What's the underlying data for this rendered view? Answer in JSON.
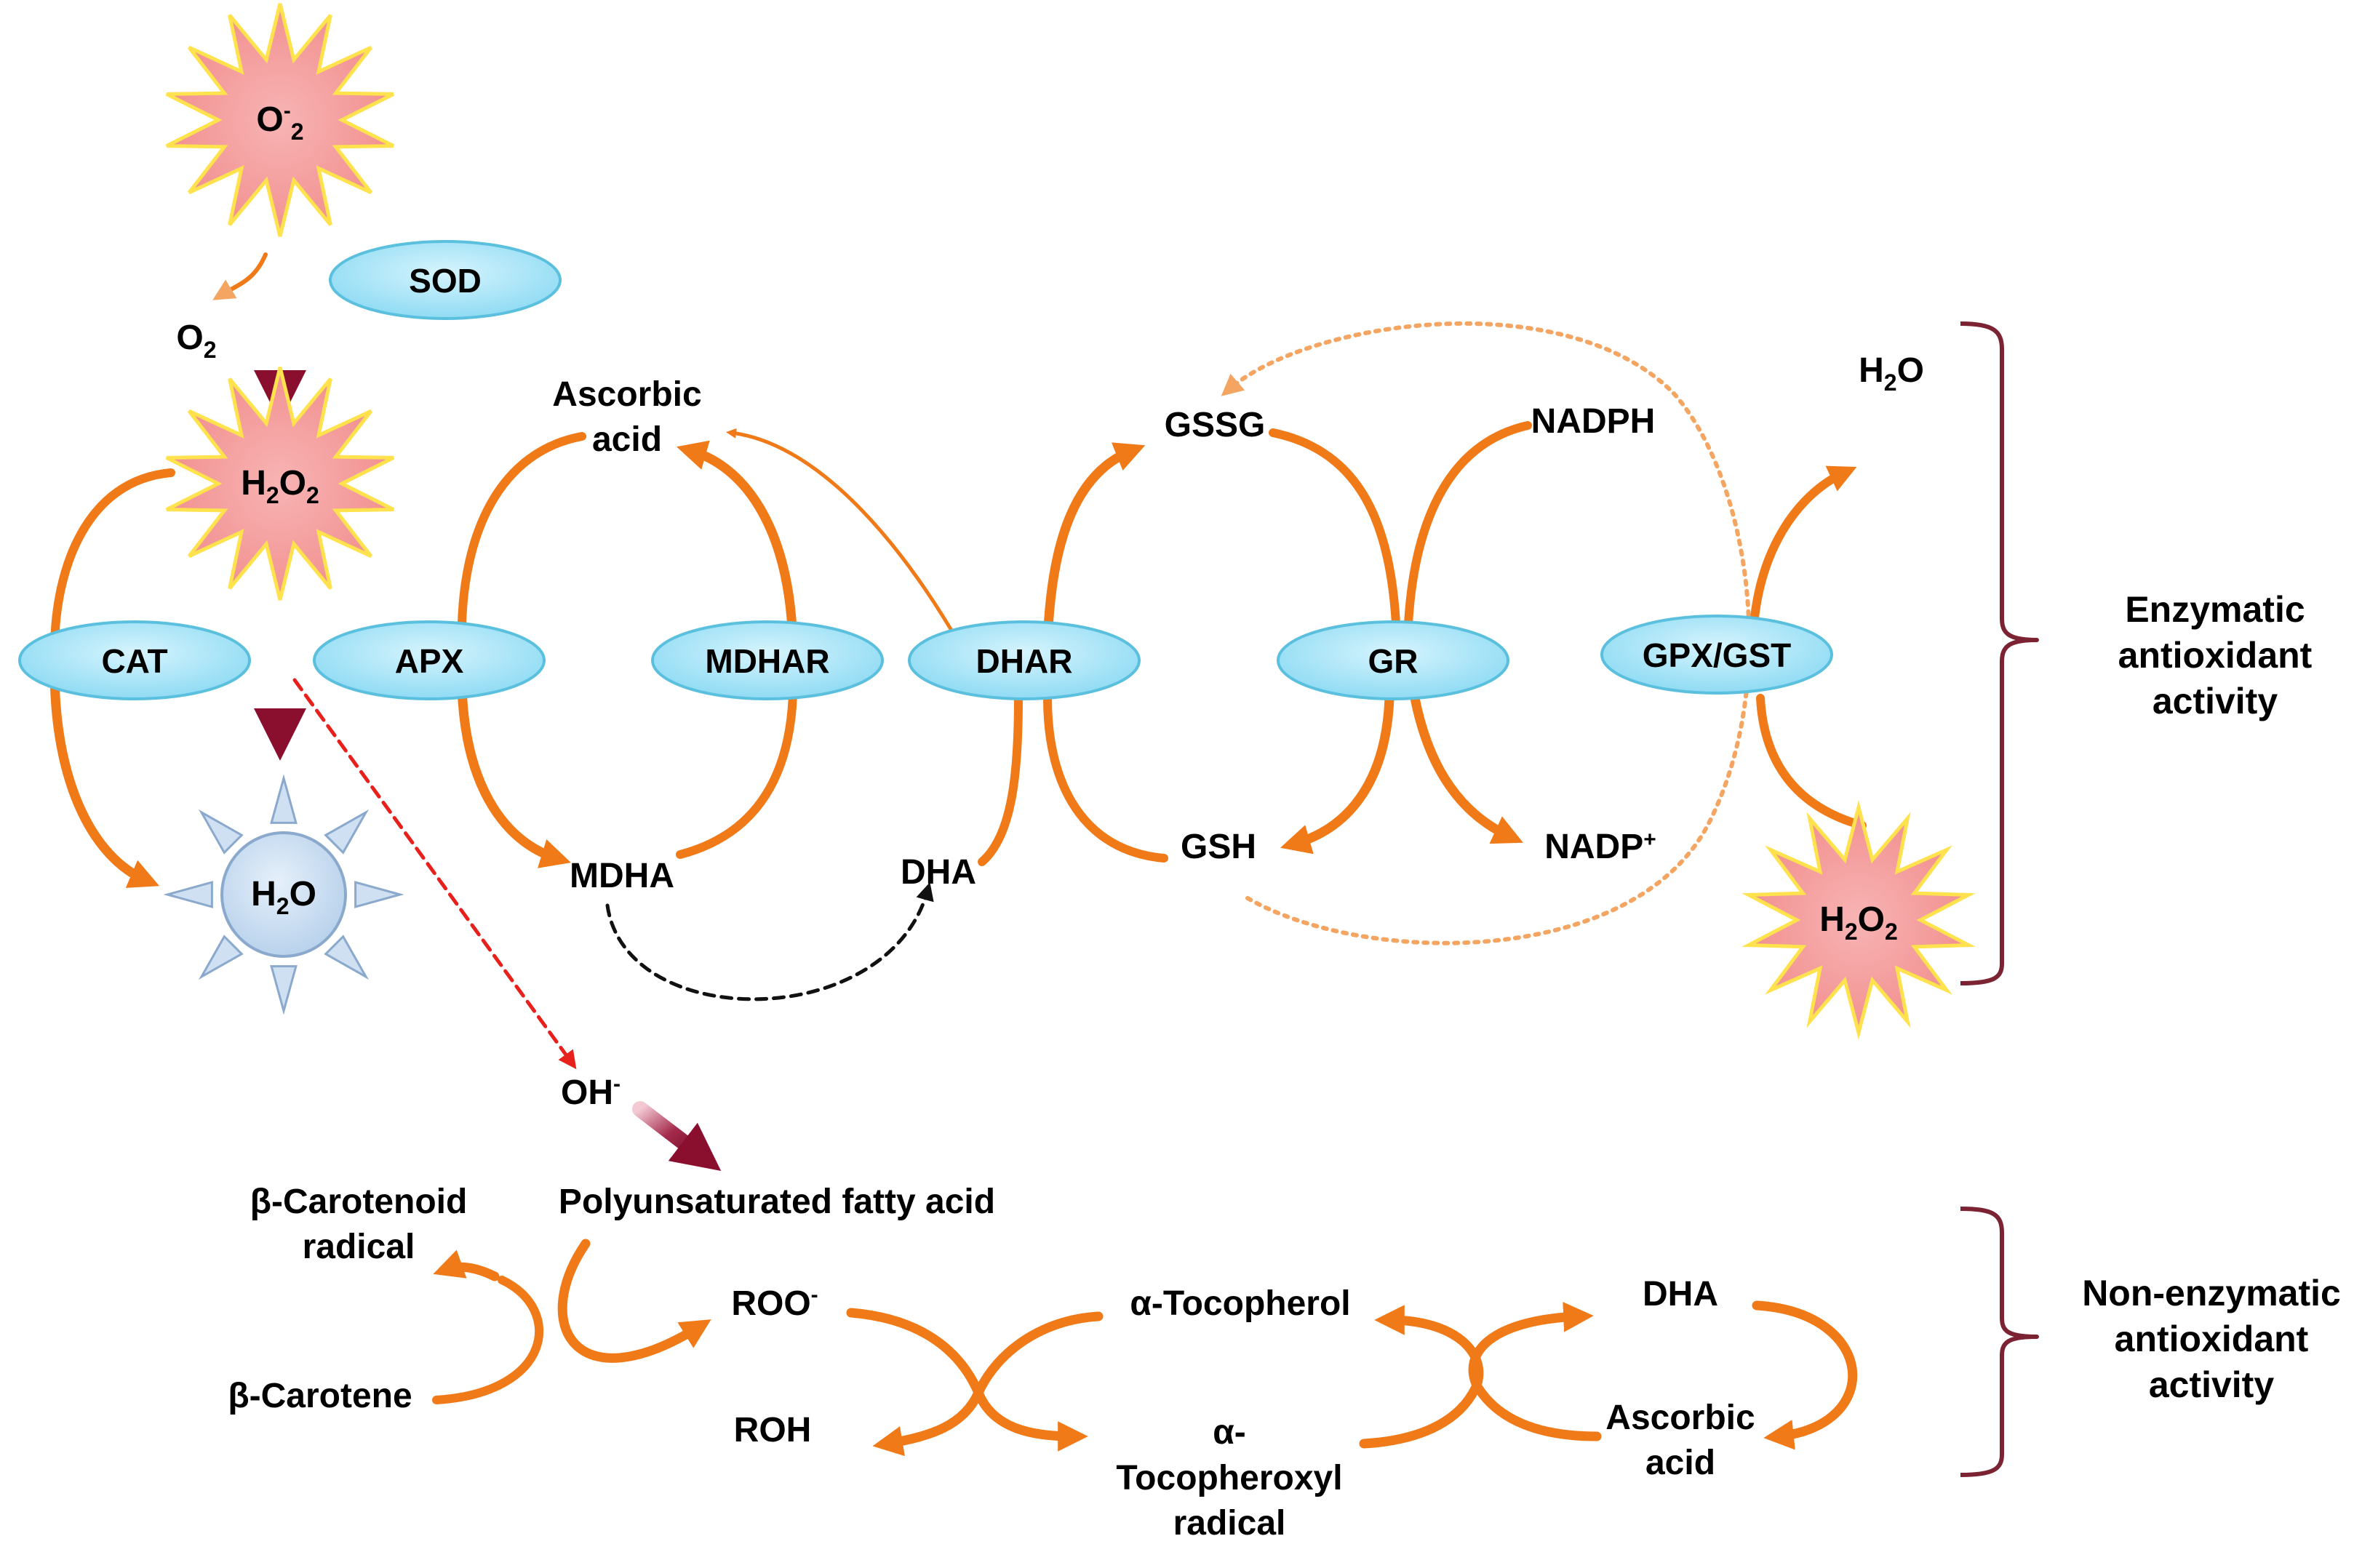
{
  "colors": {
    "arrow": "#f07a18",
    "arrow_light": "#f4a562",
    "dark_arrow": "#8a0f2e",
    "enzyme_fill": "#a8e4f7",
    "enzyme_stroke": "#5bc0de",
    "burst_fill": "#f7a3a3",
    "burst_stroke": "#ffe24d",
    "water_fill": "#cfe0f2",
    "brace": "#7b2233",
    "red_dashed": "#e8201c",
    "black_dashed": "#111111"
  },
  "species": {
    "superoxide": {
      "base": "O",
      "sup": "-",
      "sub": "2"
    },
    "oxygen": {
      "base": "O",
      "sub": "2"
    },
    "h2o2_top": {
      "a": "H",
      "s1": "2",
      "b": "O",
      "s2": "2"
    },
    "h2o_catalase": {
      "a": "H",
      "s1": "2",
      "b": "O"
    },
    "ascorbic_top": [
      "Ascorbic",
      "acid"
    ],
    "mdha": "MDHA",
    "dha_mid": "DHA",
    "gssg": "GSSG",
    "nadph": "NADPH",
    "gsh": "GSH",
    "nadp": {
      "base": "NADP",
      "sup": "+"
    },
    "h2o_right": {
      "a": "H",
      "s1": "2",
      "b": "O"
    },
    "h2o2_right": {
      "a": "H",
      "s1": "2",
      "b": "O",
      "s2": "2"
    },
    "hydroxyl": {
      "base": "OH",
      "sup": "-"
    },
    "pufa": "Polyunsaturated fatty acid",
    "carotenoid_radical": [
      "β-Carotenoid",
      "radical"
    ],
    "carotene": "β-Carotene",
    "roo": {
      "base": "ROO",
      "sup": "-"
    },
    "roh": "ROH",
    "tocopherol": "α-Tocopherol",
    "tocopheroxyl": [
      "α-",
      "Tocopheroxyl",
      "radical"
    ],
    "dha_bottom": "DHA",
    "ascorbic_bottom": [
      "Ascorbic",
      "acid"
    ]
  },
  "enzymes": {
    "sod": "SOD",
    "cat": "CAT",
    "apx": "APX",
    "mdhar": "MDHAR",
    "dhar": "DHAR",
    "gr": "GR",
    "gpx": "GPX/GST"
  },
  "sections": {
    "enzymatic": [
      "Enzymatic",
      "antioxidant",
      "activity"
    ],
    "non_enzymatic": [
      "Non-enzymatic",
      "antioxidant",
      "activity"
    ]
  }
}
